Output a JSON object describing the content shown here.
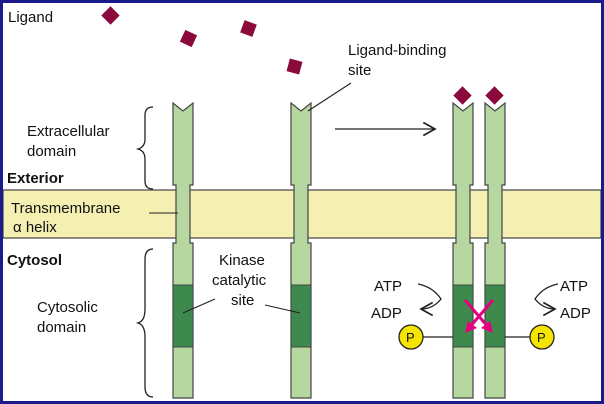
{
  "labels": {
    "ligand": "Ligand",
    "ligand_binding_site_1": "Ligand-binding",
    "ligand_binding_site_2": "site",
    "extracellular_domain_1": "Extracellular",
    "extracellular_domain_2": "domain",
    "exterior": "Exterior",
    "transmembrane_1": "Transmembrane",
    "transmembrane_2": "α helix",
    "cytosol": "Cytosol",
    "kinase_1": "Kinase",
    "kinase_2": "catalytic",
    "kinase_3": "site",
    "cytosolic_domain_1": "Cytosolic",
    "cytosolic_domain_2": "domain",
    "atp_left": "ATP",
    "adp_left": "ADP",
    "atp_right": "ATP",
    "adp_right": "ADP",
    "phosphate_left": "P",
    "phosphate_right": "P"
  },
  "colors": {
    "frame": "#1a1a8c",
    "background": "#ffffff",
    "membrane": "#f6efb2",
    "receptor": "#b6d7a0",
    "kinase": "#3e8a4e",
    "ligand": "#8b0a3c",
    "phosphate": "#f5e400",
    "cross": "#e6007e"
  }
}
